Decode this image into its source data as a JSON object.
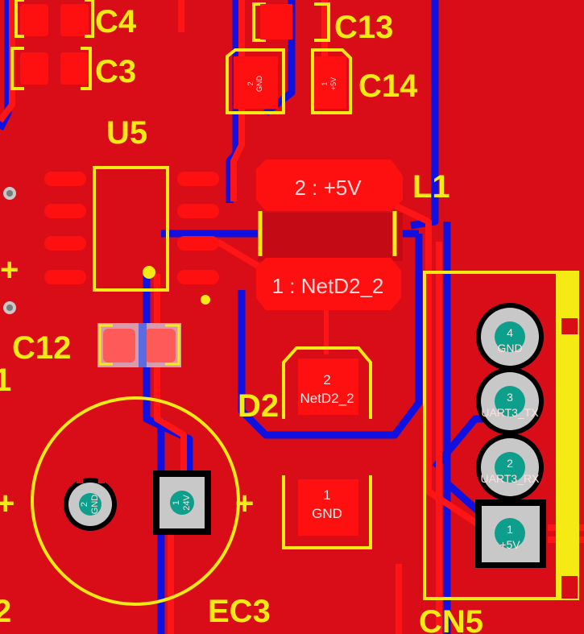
{
  "board": {
    "background": "#d90d18",
    "copper_pour": "#d90d18",
    "copper_pad": "#ff1010",
    "bottom_trace": "#1010e0",
    "silkscreen": "#f5ea14",
    "drill": "#0e9e8c",
    "annular": "#c8c8c8"
  },
  "designators": {
    "c4": "C4",
    "c3": "C3",
    "c13": "C13",
    "c14": "C14",
    "u5": "U5",
    "l1": "L1",
    "c12": "C12",
    "d2": "D2",
    "ec3": "EC3",
    "cn5": "CN5",
    "edge_1": "1",
    "edge_2": "2"
  },
  "plus_marks": [
    "+",
    "+",
    "+",
    "+"
  ],
  "pads": {
    "c13_pin2_num": "2",
    "c13_pin2_net": "GND",
    "c14_pin1_num": "1",
    "c14_pin1_net": "+5V",
    "l1_pin2_label": "2 : +5V",
    "l1_pin1_label": "1 : NetD2_2",
    "d2_pin2_num": "2",
    "d2_pin2_net": "NetD2_2",
    "d2_pin1_num": "1",
    "d2_pin1_net": "GND",
    "ec3_pin2_num": "2",
    "ec3_pin2_net": "GND",
    "ec3_pin1_num": "1",
    "ec3_pin1_net": "24V",
    "cn5_pin4_num": "4",
    "cn5_pin4_net": "GND",
    "cn5_pin3_num": "3",
    "cn5_pin3_net": "UART3_TX",
    "cn5_pin2_num": "2",
    "cn5_pin2_net": "UART3_RX",
    "cn5_pin1_num": "1",
    "cn5_pin1_net": "+5V"
  }
}
